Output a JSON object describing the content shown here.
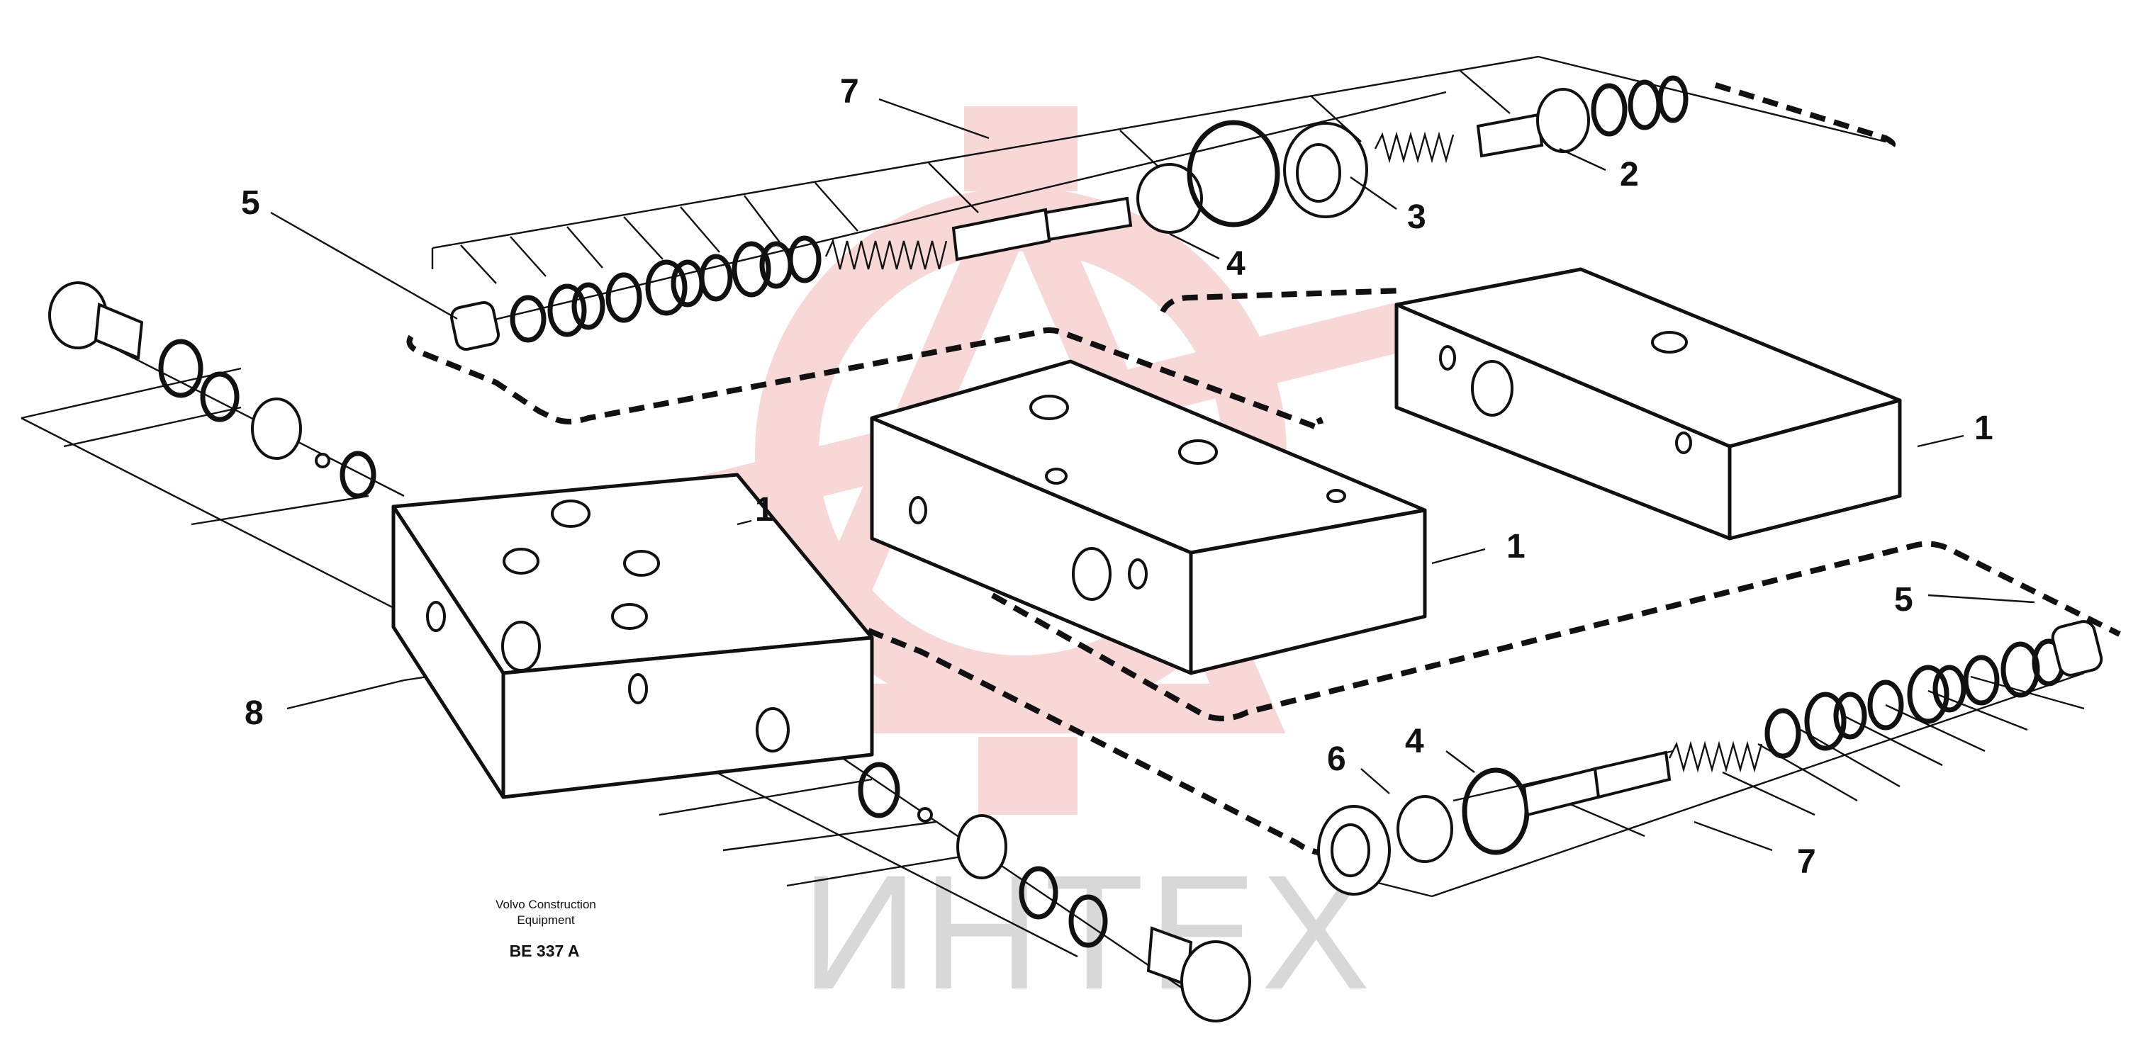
{
  "diagram": {
    "caption_line1": "Volvo Construction",
    "caption_line2": "Equipment",
    "drawing_code": "BE 337 A",
    "watermark_text": "ИНТЕХ",
    "watermark_color": "#f4b8b8",
    "callouts": {
      "c1a": "1",
      "c1b": "1",
      "c1c": "1",
      "c2": "2",
      "c3": "3",
      "c4a": "4",
      "c4b": "4",
      "c5a": "5",
      "c5b": "5",
      "c6": "6",
      "c7a": "7",
      "c7b": "7",
      "c8": "8"
    }
  }
}
